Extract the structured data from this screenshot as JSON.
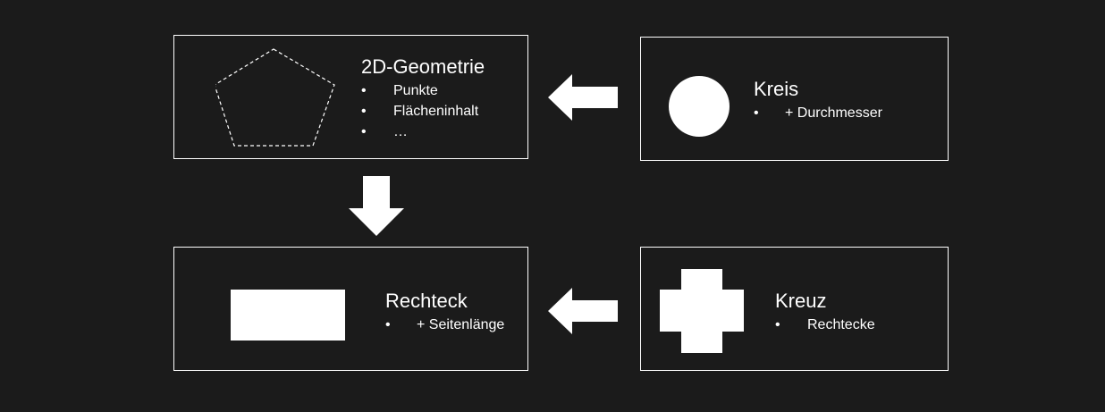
{
  "boxes": {
    "geometry": {
      "title": "2D-Geometrie",
      "items": [
        "Punkte",
        "Flächeninhalt",
        "…"
      ],
      "bullet": "•"
    },
    "circle": {
      "title": "Kreis",
      "items": [
        "+ Durchmesser"
      ],
      "bullet": "•"
    },
    "rectangle": {
      "title": "Rechteck",
      "items": [
        "+ Seitenlänge"
      ],
      "bullet": "•"
    },
    "cross": {
      "title": "Kreuz",
      "items": [
        "Rechtecke"
      ],
      "bullet": "•"
    }
  },
  "colors": {
    "background": "#1b1b1b",
    "foreground": "#ffffff"
  },
  "icons": {
    "geometry": "pentagon-dashed-icon",
    "circle": "circle-icon",
    "rectangle": "rectangle-icon",
    "cross": "cross-icon",
    "arrows": [
      "arrow-left-icon",
      "arrow-down-icon",
      "arrow-left-icon"
    ]
  }
}
